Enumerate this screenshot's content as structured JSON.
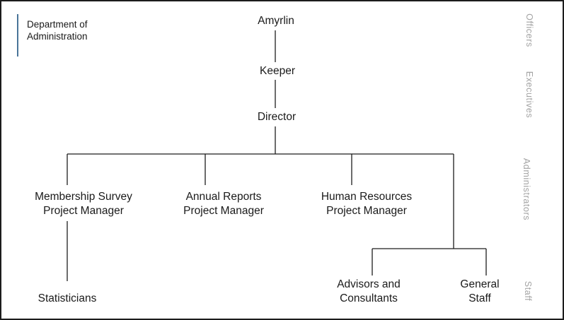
{
  "department_label": "Department of\nAdministration",
  "nodes": {
    "amyrlin": {
      "label": "Amyrlin"
    },
    "keeper": {
      "label": "Keeper"
    },
    "director": {
      "label": "Director"
    },
    "membership_pm": {
      "label": "Membership Survey\nProject Manager"
    },
    "annual_pm": {
      "label": "Annual Reports\nProject Manager"
    },
    "hr_pm": {
      "label": "Human Resources\nProject Manager"
    },
    "statisticians": {
      "label": "Statisticians"
    },
    "advisors": {
      "label": "Advisors and\nConsultants"
    },
    "general_staff": {
      "label": "General\nStaff"
    }
  },
  "tier_labels": [
    "Officers",
    "Executives",
    "Administrators",
    "Staff"
  ],
  "edges": [
    [
      "amyrlin",
      "keeper"
    ],
    [
      "keeper",
      "director"
    ],
    [
      "director",
      "membership_pm"
    ],
    [
      "director",
      "annual_pm"
    ],
    [
      "director",
      "hr_pm"
    ],
    [
      "director",
      "advisors"
    ],
    [
      "director",
      "general_staff"
    ],
    [
      "membership_pm",
      "statisticians"
    ]
  ],
  "colors": {
    "text": "#1a1a1a",
    "connector": "#1c1c1c",
    "accent_bar": "#4a7599",
    "tier_label": "#a3a3a3",
    "background": "#ffffff",
    "border": "#1c1c1c"
  }
}
